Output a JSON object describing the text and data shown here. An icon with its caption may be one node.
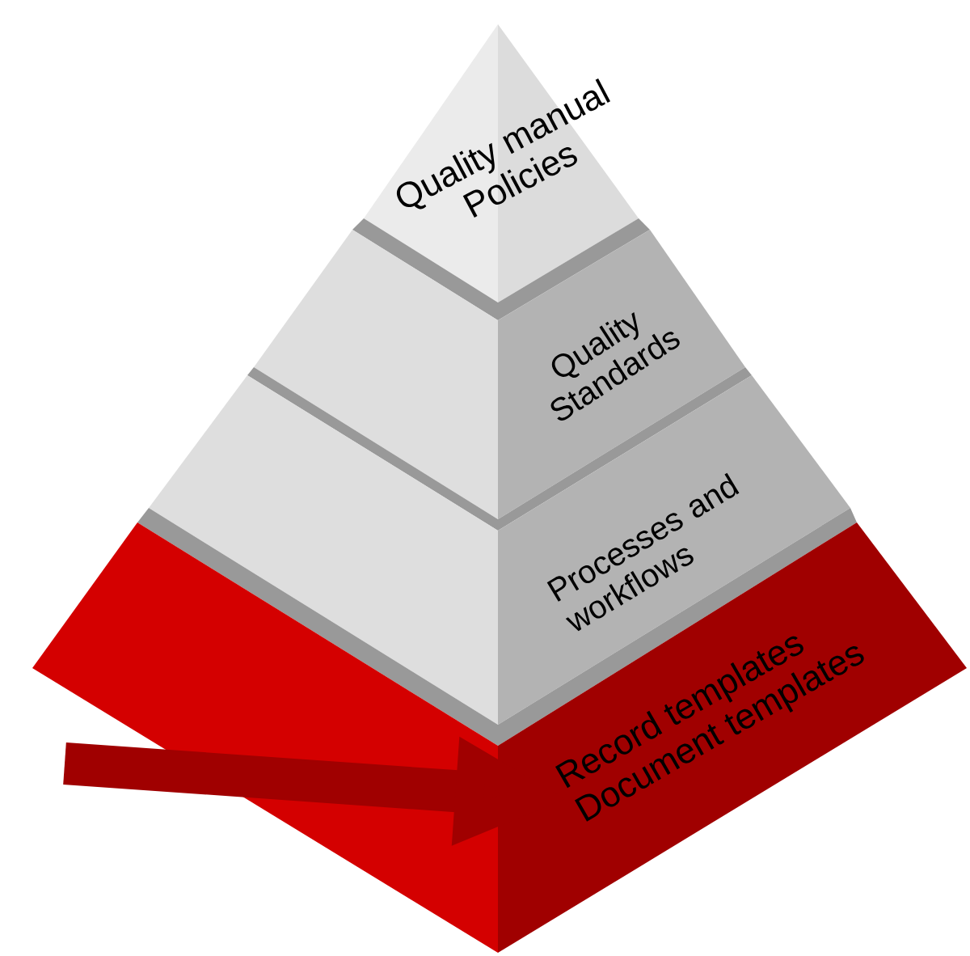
{
  "diagram": {
    "nodes": [
      {
        "text": [
          "Quality manual",
          "Policies"
        ]
      },
      {
        "text": [
          "Quality Standards"
        ]
      },
      {
        "text": [
          "Processes and workflows"
        ]
      },
      {
        "text": [
          "Record templates",
          "Document templates"
        ]
      }
    ],
    "edges": [
      {
        "from": null,
        "to": 3,
        "arrow": "to"
      }
    ]
  }
}
